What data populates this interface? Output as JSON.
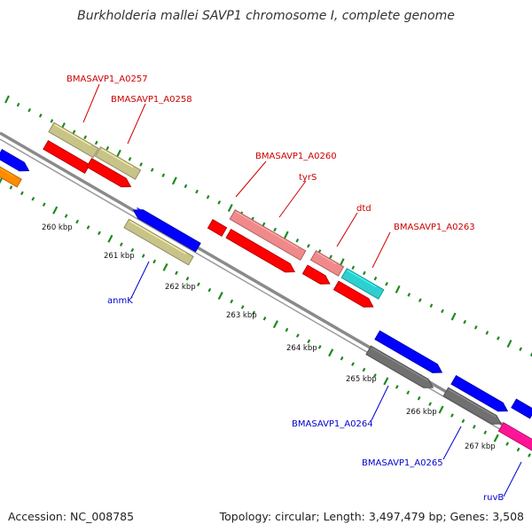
{
  "title": "Burkholderia mallei SAVP1 chromosome I, complete genome",
  "footer": {
    "accession": "Accession: NC_008785",
    "topology": "Topology: circular; Length: 3,497,479 bp; Genes: 3,508"
  },
  "colors": {
    "backbone": "#8a8a8a",
    "tick": "#1e8a1e",
    "label_red": "#cc0000",
    "label_blue": "#0000cc",
    "khaki": "#c8c489",
    "red": "#ff0000",
    "blue": "#0000ff",
    "salmon": "#f08a8a",
    "cyan": "#2dd0d0",
    "gray": "#707070",
    "magenta": "#ff1493",
    "orange": "#ff8c00"
  },
  "ticks": [
    "260 kbp",
    "261 kbp",
    "262 kbp",
    "263 kbp",
    "264 kbp",
    "265 kbp",
    "266 kbp",
    "267 kbp"
  ],
  "gene_labels_top": [
    "BMASAVP1_A0257",
    "BMASAVP1_A0258",
    "BMASAVP1_A0260",
    "tyrS",
    "dtd",
    "BMASAVP1_A0263"
  ],
  "gene_labels_bottom": [
    "anmK",
    "BMASAVP1_A0264",
    "BMASAVP1_A0265",
    "ruvB"
  ]
}
